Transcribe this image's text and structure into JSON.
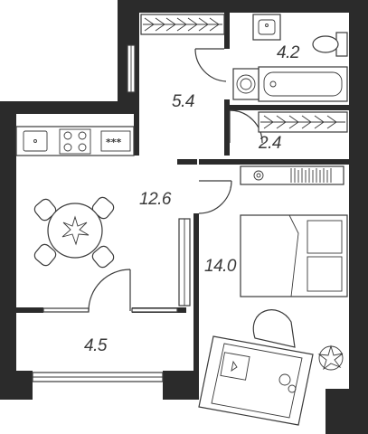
{
  "rooms": [
    {
      "id": "bathroom",
      "area": "4.2"
    },
    {
      "id": "hallway",
      "area": "5.4"
    },
    {
      "id": "wardrobe",
      "area": "2.4"
    },
    {
      "id": "kitchen-living",
      "area": "12.6"
    },
    {
      "id": "bedroom",
      "area": "14.0"
    },
    {
      "id": "balcony",
      "area": "4.5"
    }
  ],
  "icons": [
    "sink-icon",
    "toilet-icon",
    "bathtub-icon",
    "washing-machine-icon",
    "stove-icon",
    "kitchen-sink-icon",
    "dining-table-icon",
    "chair-icon",
    "bed-icon",
    "desk-icon",
    "office-chair-icon",
    "plant-icon",
    "wardrobe-hangers-icon",
    "door-icon",
    "window-icon"
  ],
  "colors": {
    "wall": "#2b2b2b",
    "line": "#3a3a3a",
    "background": "#ffffff"
  }
}
